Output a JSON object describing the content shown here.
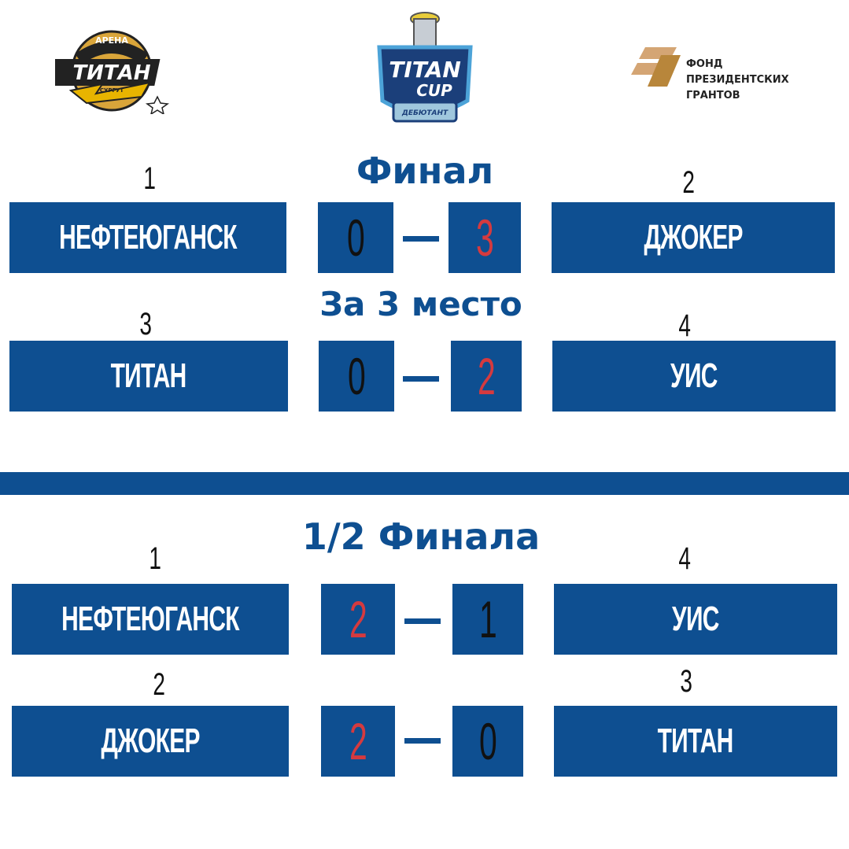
{
  "logos": {
    "left": {
      "line1": "АРЕНА",
      "line2": "ТИТАН",
      "line3": "СУРГУТ"
    },
    "center": {
      "line1": "TITAN",
      "line2": "CUP",
      "line3": "ДЕБЮТАНТ"
    },
    "right": {
      "line1": "ФОНД",
      "line2": "ПРЕЗИДЕНТСКИХ",
      "line3": "ГРАНТОВ"
    }
  },
  "colors": {
    "primary": "#0e4f91",
    "score_red": "#d53a3f",
    "score_black": "#111111",
    "gold": "#d4a02a"
  },
  "sections": {
    "final": {
      "title": "Финал",
      "home": {
        "seed": "1",
        "name": "НЕФТЕЮГАНСК",
        "score": "0"
      },
      "away": {
        "seed": "2",
        "name": "ДЖОКЕР",
        "score": "3"
      }
    },
    "third": {
      "title": "За 3 место",
      "home": {
        "seed": "3",
        "name": "ТИТАН",
        "score": "0"
      },
      "away": {
        "seed": "4",
        "name": "УИС",
        "score": "2"
      }
    },
    "semi": {
      "title": "1/2 Финала",
      "match1": {
        "home": {
          "seed": "1",
          "name": "НЕФТЕЮГАНСК",
          "score": "2"
        },
        "away": {
          "seed": "4",
          "name": "УИС",
          "score": "1"
        }
      },
      "match2": {
        "home": {
          "seed": "2",
          "name": "ДЖОКЕР",
          "score": "2"
        },
        "away": {
          "seed": "3",
          "name": "ТИТАН",
          "score": "0"
        }
      }
    }
  }
}
